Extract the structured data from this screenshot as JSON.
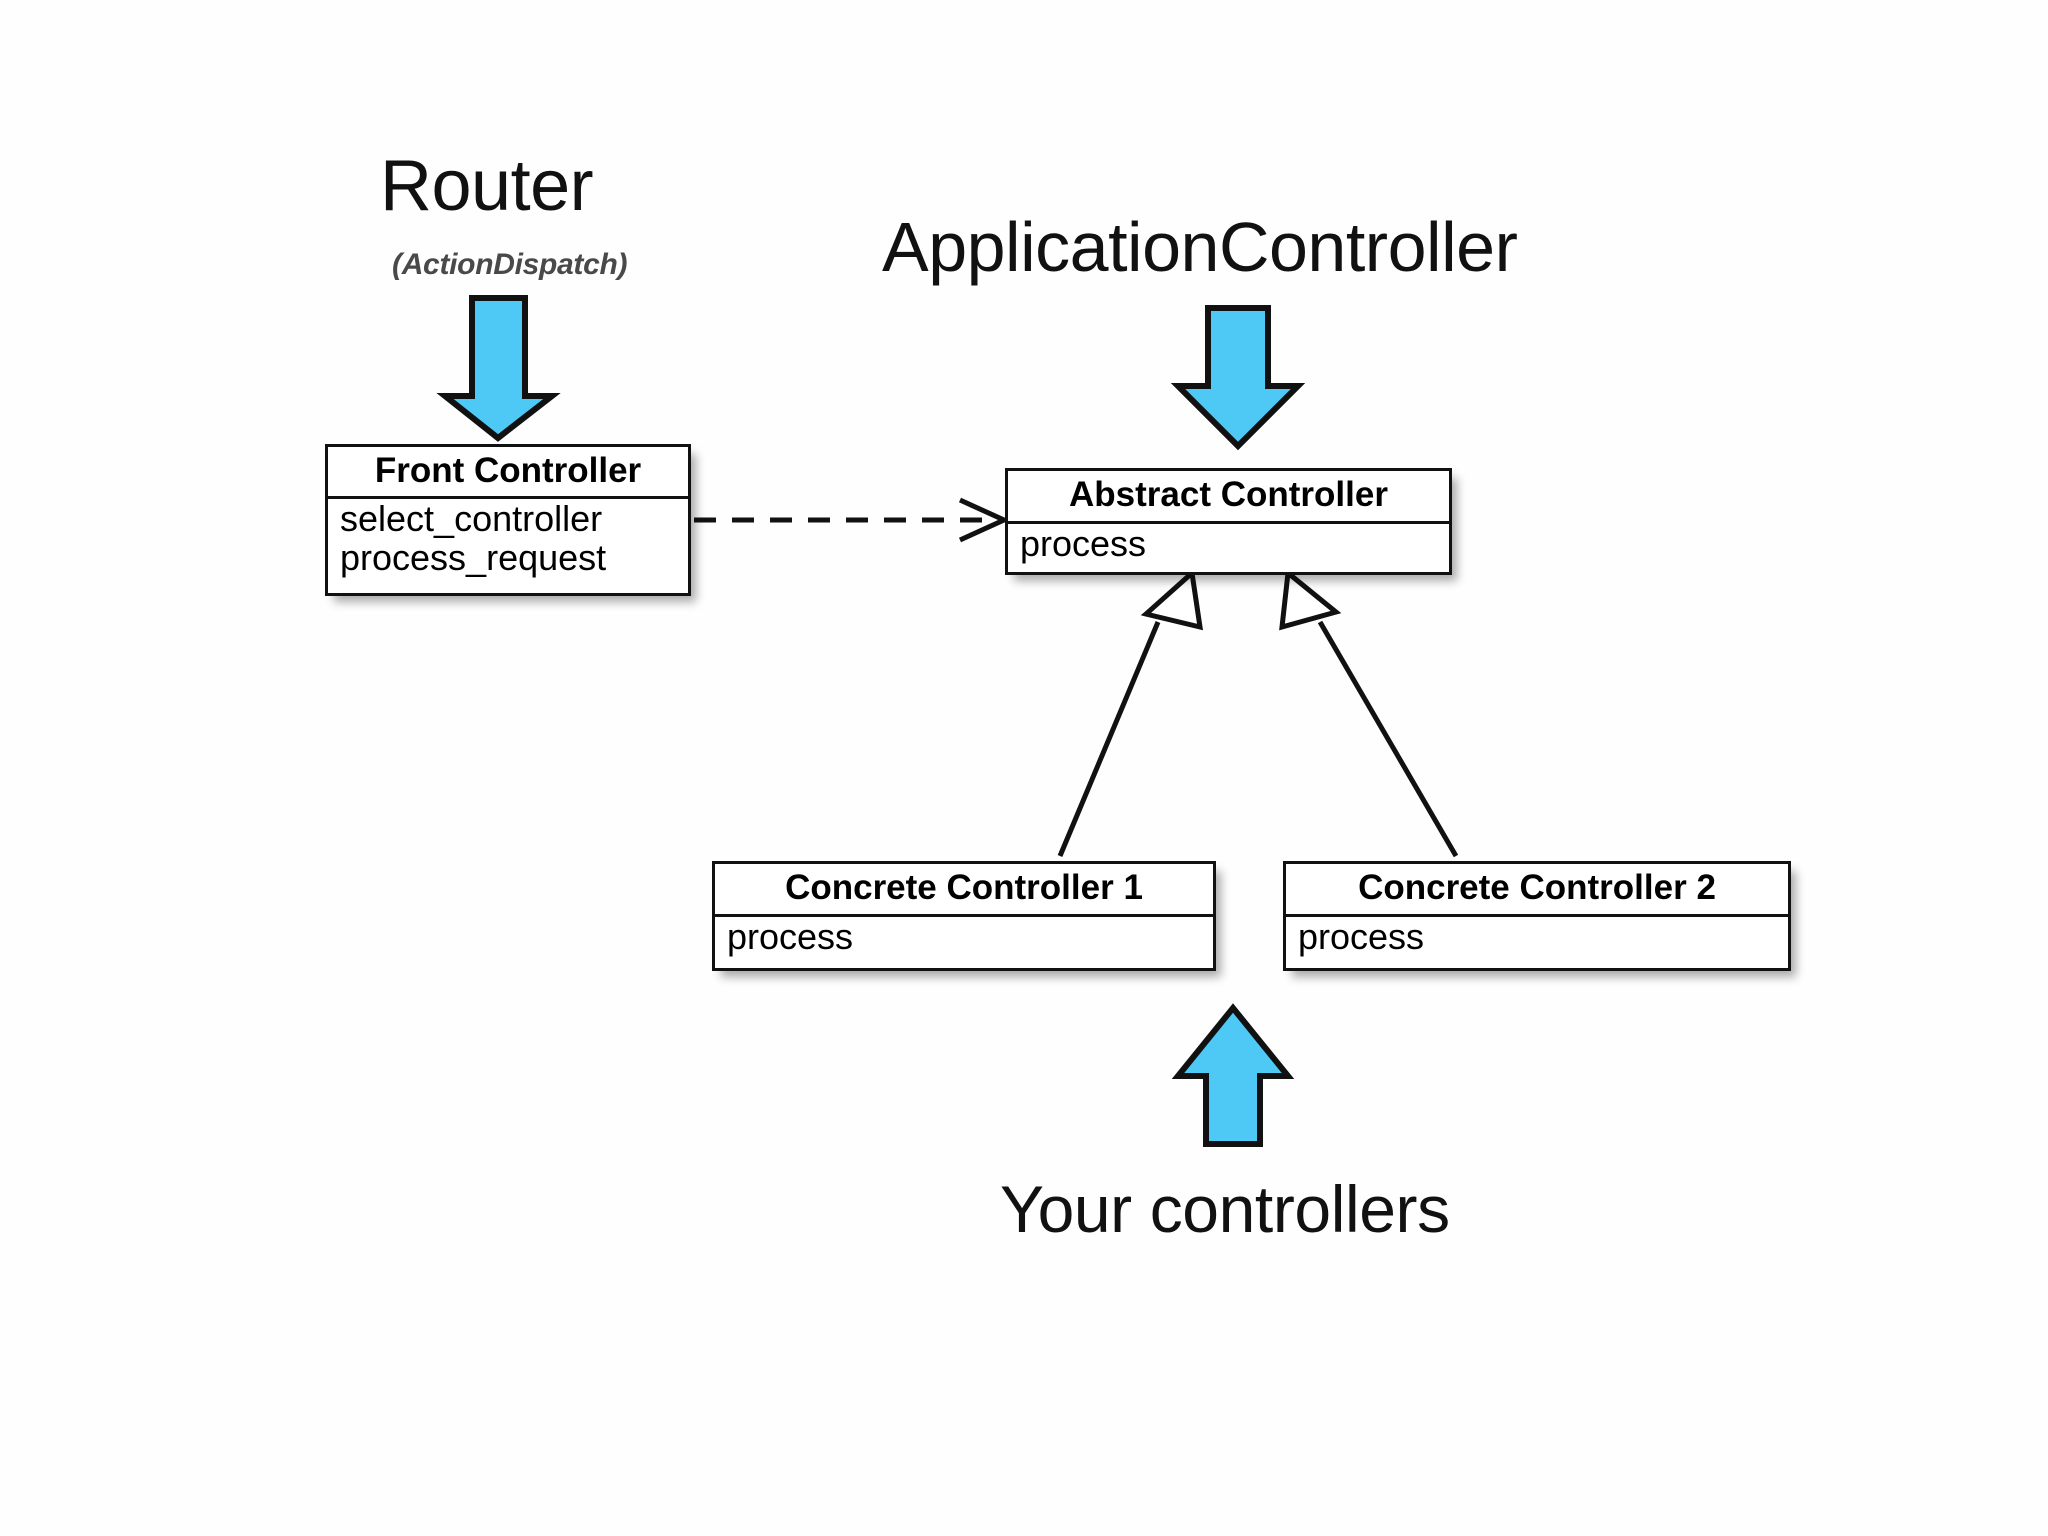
{
  "diagram": {
    "title_router": "Router",
    "subtitle_router": "(ActionDispatch)",
    "title_application_controller": "ApplicationController",
    "caption_your_controllers": "Your controllers",
    "accent_color": "#4ec9f5",
    "line_color": "#111111",
    "background_color": "#ffffff",
    "boxes": [
      {
        "id": "front-controller",
        "title": "Front Controller",
        "members": [
          "select_controller",
          "process_request"
        ]
      },
      {
        "id": "abstract-controller",
        "title": "Abstract Controller",
        "members": [
          "process"
        ]
      },
      {
        "id": "concrete-controller-1",
        "title": "Concrete Controller 1",
        "members": [
          "process"
        ]
      },
      {
        "id": "concrete-controller-2",
        "title": "Concrete Controller 2",
        "members": [
          "process"
        ]
      }
    ],
    "connectors": [
      {
        "id": "front-to-abstract",
        "type": "dependency",
        "style": "dashed-open-arrow",
        "from": "front-controller",
        "to": "abstract-controller"
      },
      {
        "id": "concrete1-to-abstract",
        "type": "generalization",
        "style": "solid-hollow-triangle",
        "from": "concrete-controller-1",
        "to": "abstract-controller"
      },
      {
        "id": "concrete2-to-abstract",
        "type": "generalization",
        "style": "solid-hollow-triangle",
        "from": "concrete-controller-2",
        "to": "abstract-controller"
      }
    ],
    "callouts": [
      {
        "id": "router-callout",
        "direction": "down",
        "label": "Router",
        "sublabel": "(ActionDispatch)",
        "points_to": "front-controller"
      },
      {
        "id": "application-controller-callout",
        "direction": "down",
        "label": "ApplicationController",
        "points_to": "abstract-controller"
      },
      {
        "id": "your-controllers-callout",
        "direction": "up",
        "label": "Your controllers",
        "points_to": "concrete-controller-2"
      }
    ]
  }
}
